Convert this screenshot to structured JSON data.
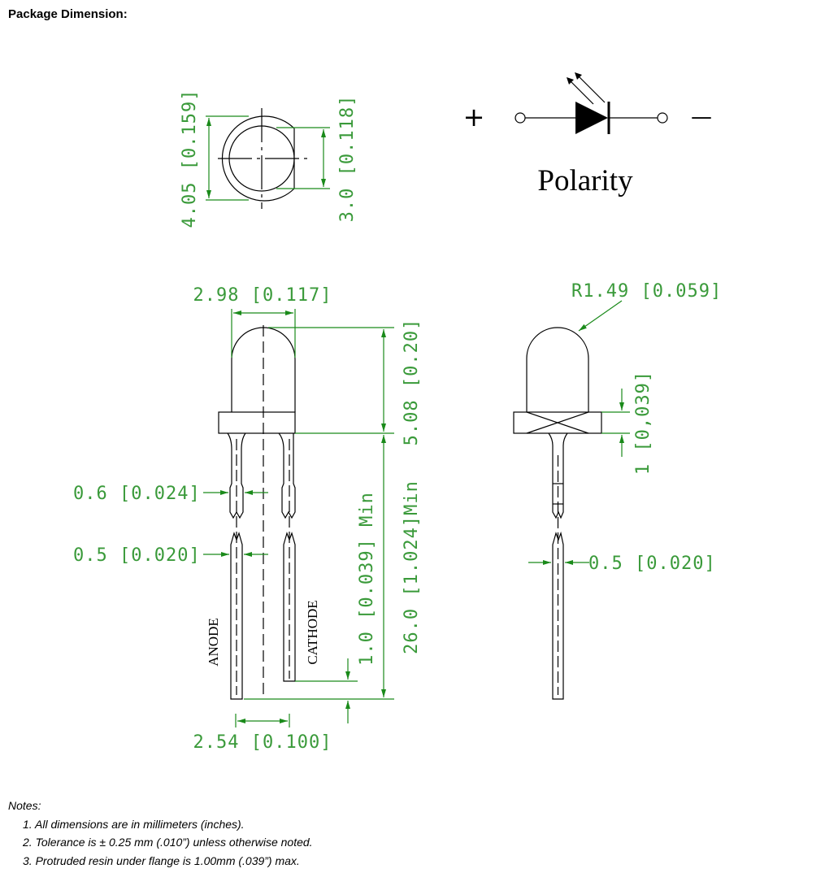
{
  "title": "Package Dimension:",
  "top_view": {
    "dim_outer": "4.05 [0.159]",
    "dim_flat": "3.0 [0.118]"
  },
  "polarity": {
    "plus": "+",
    "minus": "—",
    "label": "Polarity"
  },
  "side_view": {
    "dim_width": "2.98 [0.117]",
    "dim_height": "5.08 [0.20]",
    "dim_lead_len": "26.0 [1.024]Min",
    "dim_standoff": "1.0 [0.039] Min",
    "dim_lead_wide": "0.6 [0.024]",
    "dim_lead": "0.5 [0.020]",
    "dim_pitch": "2.54 [0.100]",
    "anode": "ANODE",
    "cathode": "CATHODE"
  },
  "right_view": {
    "radius": "R1.49  [0.059]",
    "flange": "1 [0,039]",
    "lead": "0.5 [0.020]"
  },
  "notes": {
    "heading": "Notes:",
    "items": [
      "1. All dimensions are in millimeters (inches).",
      "2. Tolerance is ± 0.25 mm (.010”) unless otherwise noted.",
      "3. Protruded resin under flange is 1.00mm (.039”) max."
    ]
  },
  "colors": {
    "dimension": "#1a8a1a",
    "outline": "#000000"
  }
}
